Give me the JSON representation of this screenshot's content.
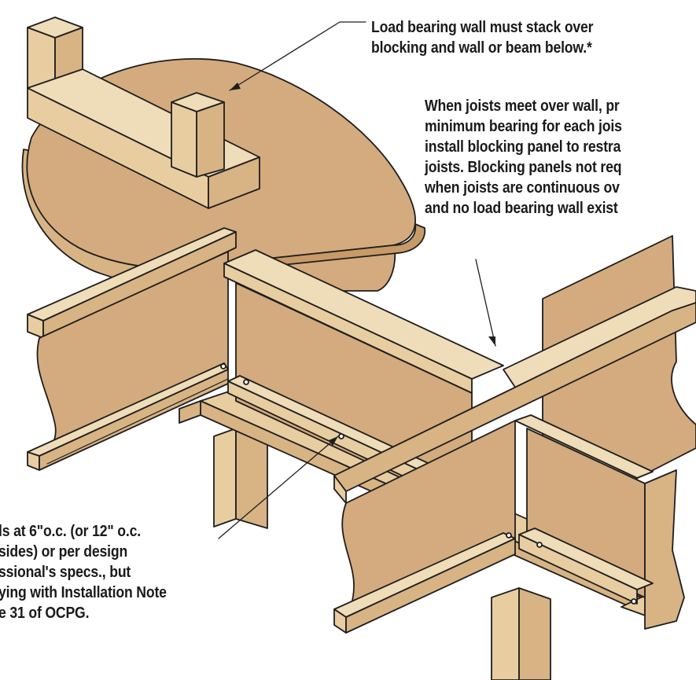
{
  "colors": {
    "wood_light": "#e8cda0",
    "wood_mid": "#d8b384",
    "wood_web": "#d4ab7e",
    "wood_shadow": "#c79a68",
    "outline": "#1e1e1e",
    "background": "#ffffff"
  },
  "callouts": {
    "wall": "Load bearing wall must stack over\nblocking and wall or beam below.*",
    "joists": "When joists meet over wall, pr\nminimum bearing for each jois\ninstall blocking panel to restra\njoists. Blocking panels not req\nwhen joists are continuous ov\nand no load bearing wall exist",
    "nails": "ls at 6\"o.c. (or 12\" o.c.\nsides) or per design\nssional's specs., but\nying with Installation Note\ne 31 of OCPG."
  }
}
